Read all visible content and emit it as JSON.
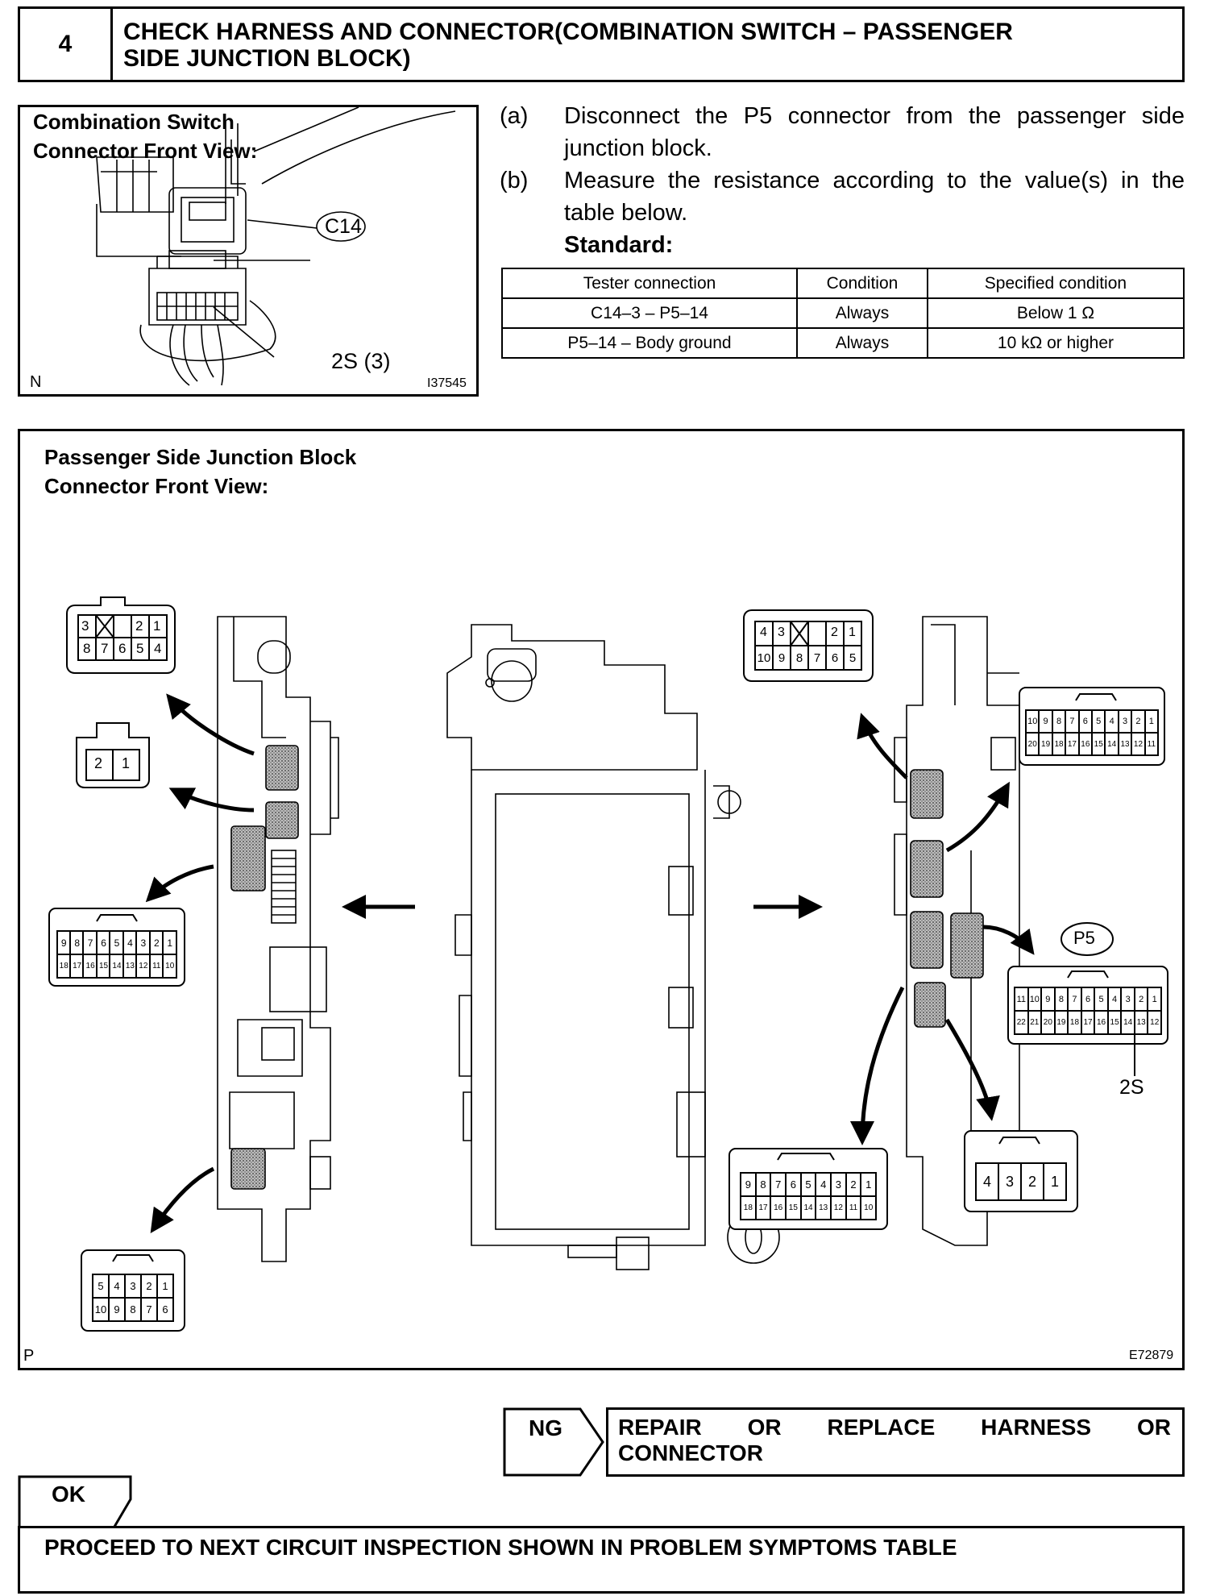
{
  "step": {
    "number": "4",
    "title_line1": "CHECK HARNESS AND CONNECTOR(COMBINATION SWITCH – PASSENGER",
    "title_line2": "SIDE JUNCTION BLOCK)"
  },
  "figure1": {
    "label_line1": "Combination Switch",
    "label_line2": "Connector Front View:",
    "connector_tag": "C14",
    "terminal_label": "2S (3)",
    "corner_letter": "N",
    "figure_id": "I37545"
  },
  "instructions": {
    "a_letter": "(a)",
    "a_line1": "Disconnect the P5 connector from the passenger side",
    "a_line2": "junction block.",
    "b_letter": "(b)",
    "b_line1": "Measure the resistance according to the value(s) in the",
    "b_line2": "table below.",
    "standard_label": "Standard:"
  },
  "table": {
    "headers": [
      "Tester connection",
      "Condition",
      "Specified condition"
    ],
    "rows": [
      [
        "C14–3 – P5–14",
        "Always",
        "Below 1 Ω"
      ],
      [
        "P5–14 – Body ground",
        "Always",
        "10 kΩ or higher"
      ]
    ]
  },
  "figure2": {
    "label_line1": "Passenger Side Junction Block",
    "label_line2": "Connector Front View:",
    "corner_letter": "P",
    "figure_id": "E72879",
    "p5_tag": "P5",
    "terminal_2s": "2S",
    "conn_a_top": [
      "3",
      "2",
      "1"
    ],
    "conn_a_bottom": [
      "8",
      "7",
      "6",
      "5",
      "4"
    ],
    "conn_b": [
      "2",
      "1"
    ],
    "conn_c_top": [
      "9",
      "8",
      "7",
      "6",
      "5",
      "4",
      "3",
      "2",
      "1"
    ],
    "conn_c_bottom": [
      "18",
      "17",
      "16",
      "15",
      "14",
      "13",
      "12",
      "11",
      "10"
    ],
    "conn_d_top": [
      "5",
      "4",
      "3",
      "2",
      "1"
    ],
    "conn_d_bottom": [
      "10",
      "9",
      "8",
      "7",
      "6"
    ],
    "conn_e_top": [
      "4",
      "3",
      "2",
      "1"
    ],
    "conn_e_bottom": [
      "10",
      "9",
      "8",
      "7",
      "6",
      "5"
    ],
    "conn_f_top": [
      "10",
      "9",
      "8",
      "7",
      "6",
      "5",
      "4",
      "3",
      "2",
      "1"
    ],
    "conn_f_bottom": [
      "20",
      "19",
      "18",
      "17",
      "16",
      "15",
      "14",
      "13",
      "12",
      "11"
    ],
    "conn_p5_top": [
      "11",
      "10",
      "9",
      "8",
      "7",
      "6",
      "5",
      "4",
      "3",
      "2",
      "1"
    ],
    "conn_p5_bottom": [
      "22",
      "21",
      "20",
      "19",
      "18",
      "17",
      "16",
      "15",
      "14",
      "13",
      "12"
    ],
    "conn_g_top": [
      "9",
      "8",
      "7",
      "6",
      "5",
      "4",
      "3",
      "2",
      "1"
    ],
    "conn_g_bottom": [
      "18",
      "17",
      "16",
      "15",
      "14",
      "13",
      "12",
      "11",
      "10"
    ],
    "conn_h": [
      "4",
      "3",
      "2",
      "1"
    ]
  },
  "result": {
    "ng_label": "NG",
    "ng_action_line1": "REPAIR OR REPLACE HARNESS OR",
    "ng_action_line2": "CONNECTOR",
    "ok_label": "OK",
    "next_step": "PROCEED TO NEXT CIRCUIT INSPECTION SHOWN IN PROBLEM SYMPTOMS TABLE"
  }
}
